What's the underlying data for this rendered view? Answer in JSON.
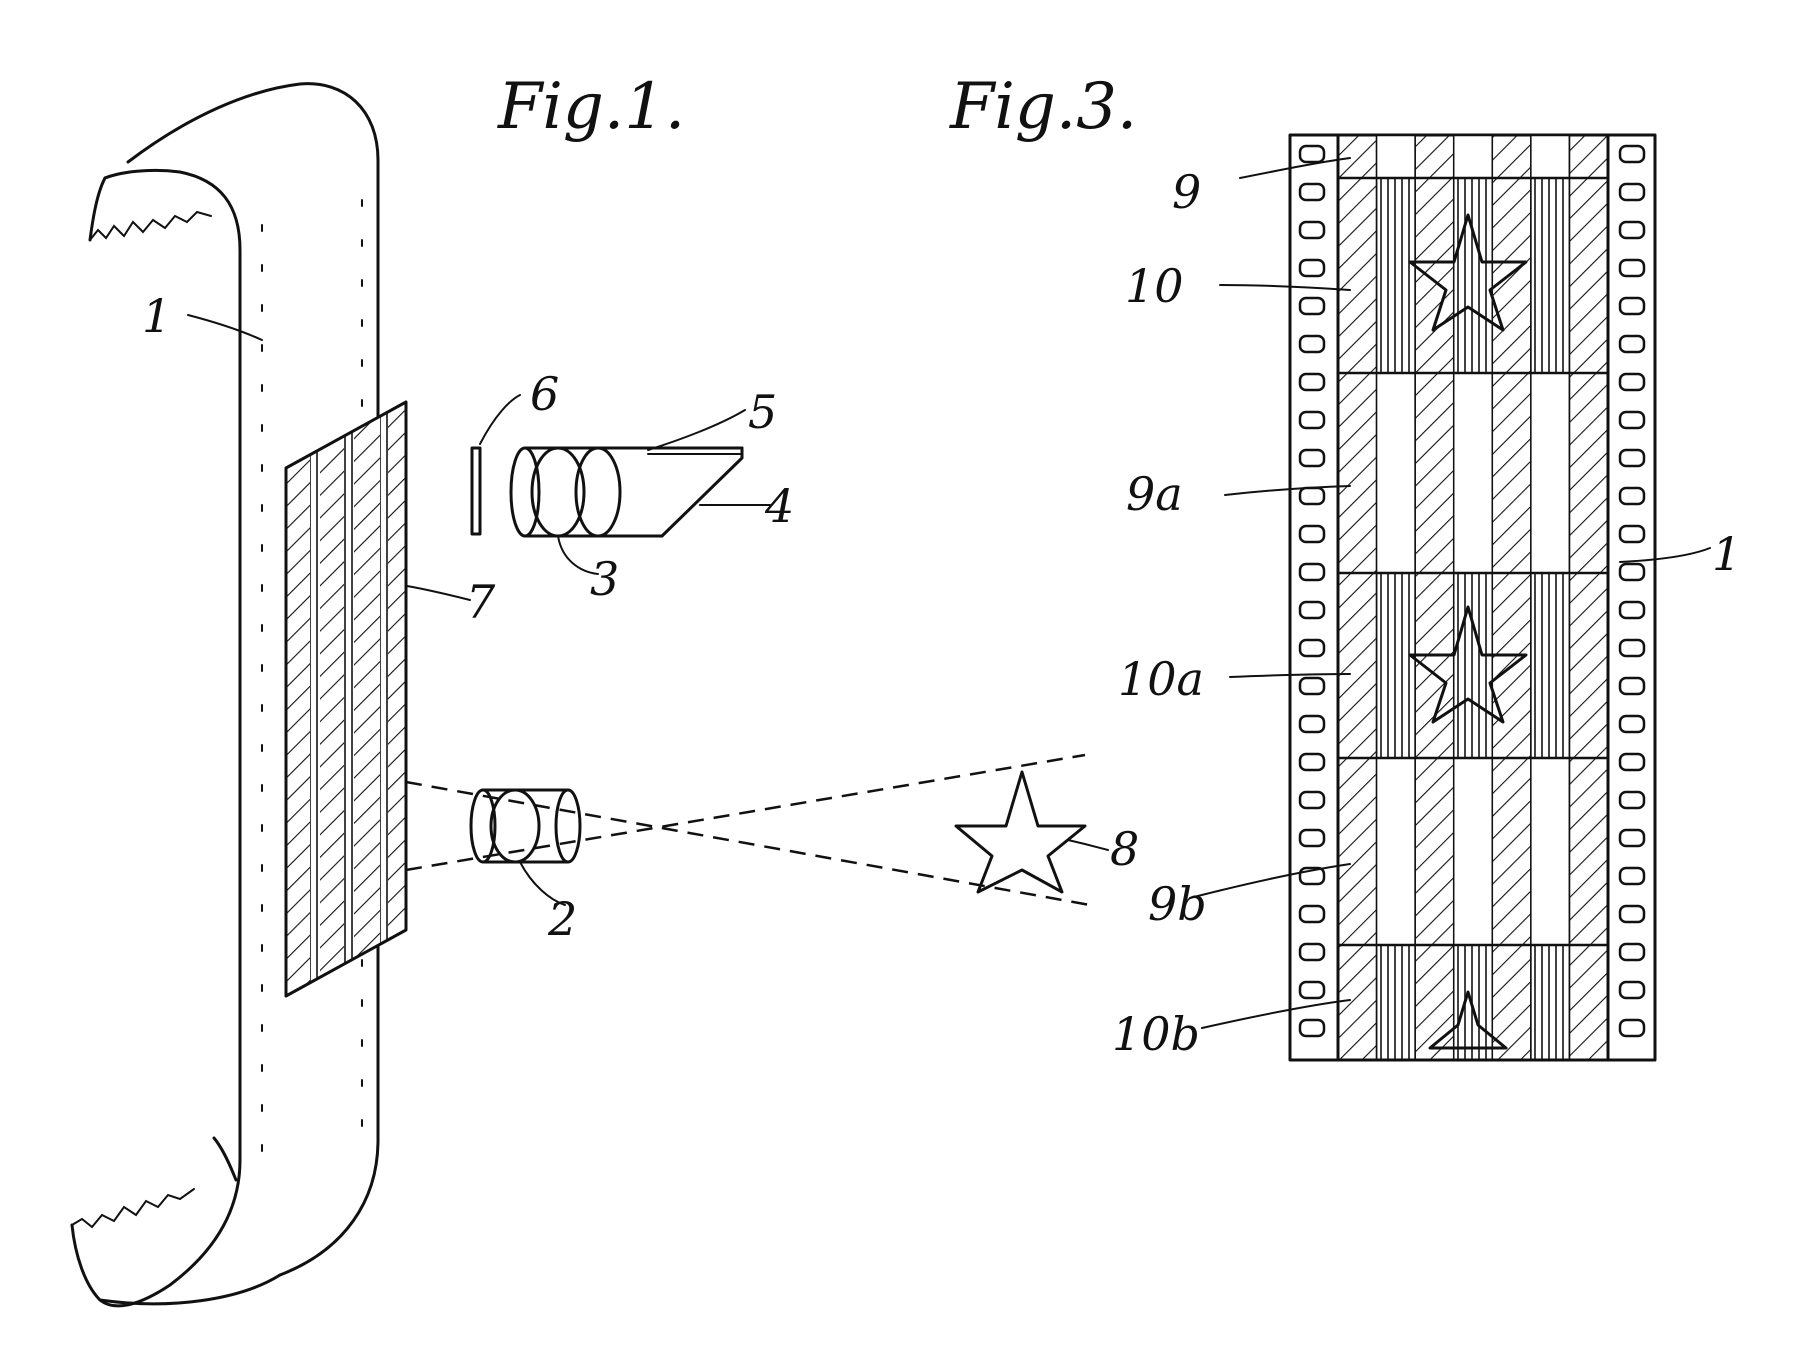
{
  "figures": {
    "fig1_title": "Fig.1.",
    "fig3_title": "Fig.3."
  },
  "labels": {
    "film_strip": "1",
    "lens_2": "2",
    "lens_3": "3",
    "mirror_4": "4",
    "edge_5": "5",
    "screen_6": "6",
    "frame_7": "7",
    "image_8": "8",
    "frame_9": "9",
    "frame_10": "10",
    "frame_9a": "9a",
    "frame_10a": "10a",
    "frame_9b": "9b",
    "frame_10b": "10b",
    "film_strip_fig3": "1"
  },
  "colors": {
    "ink": "#111111",
    "paper": "#ffffff"
  }
}
